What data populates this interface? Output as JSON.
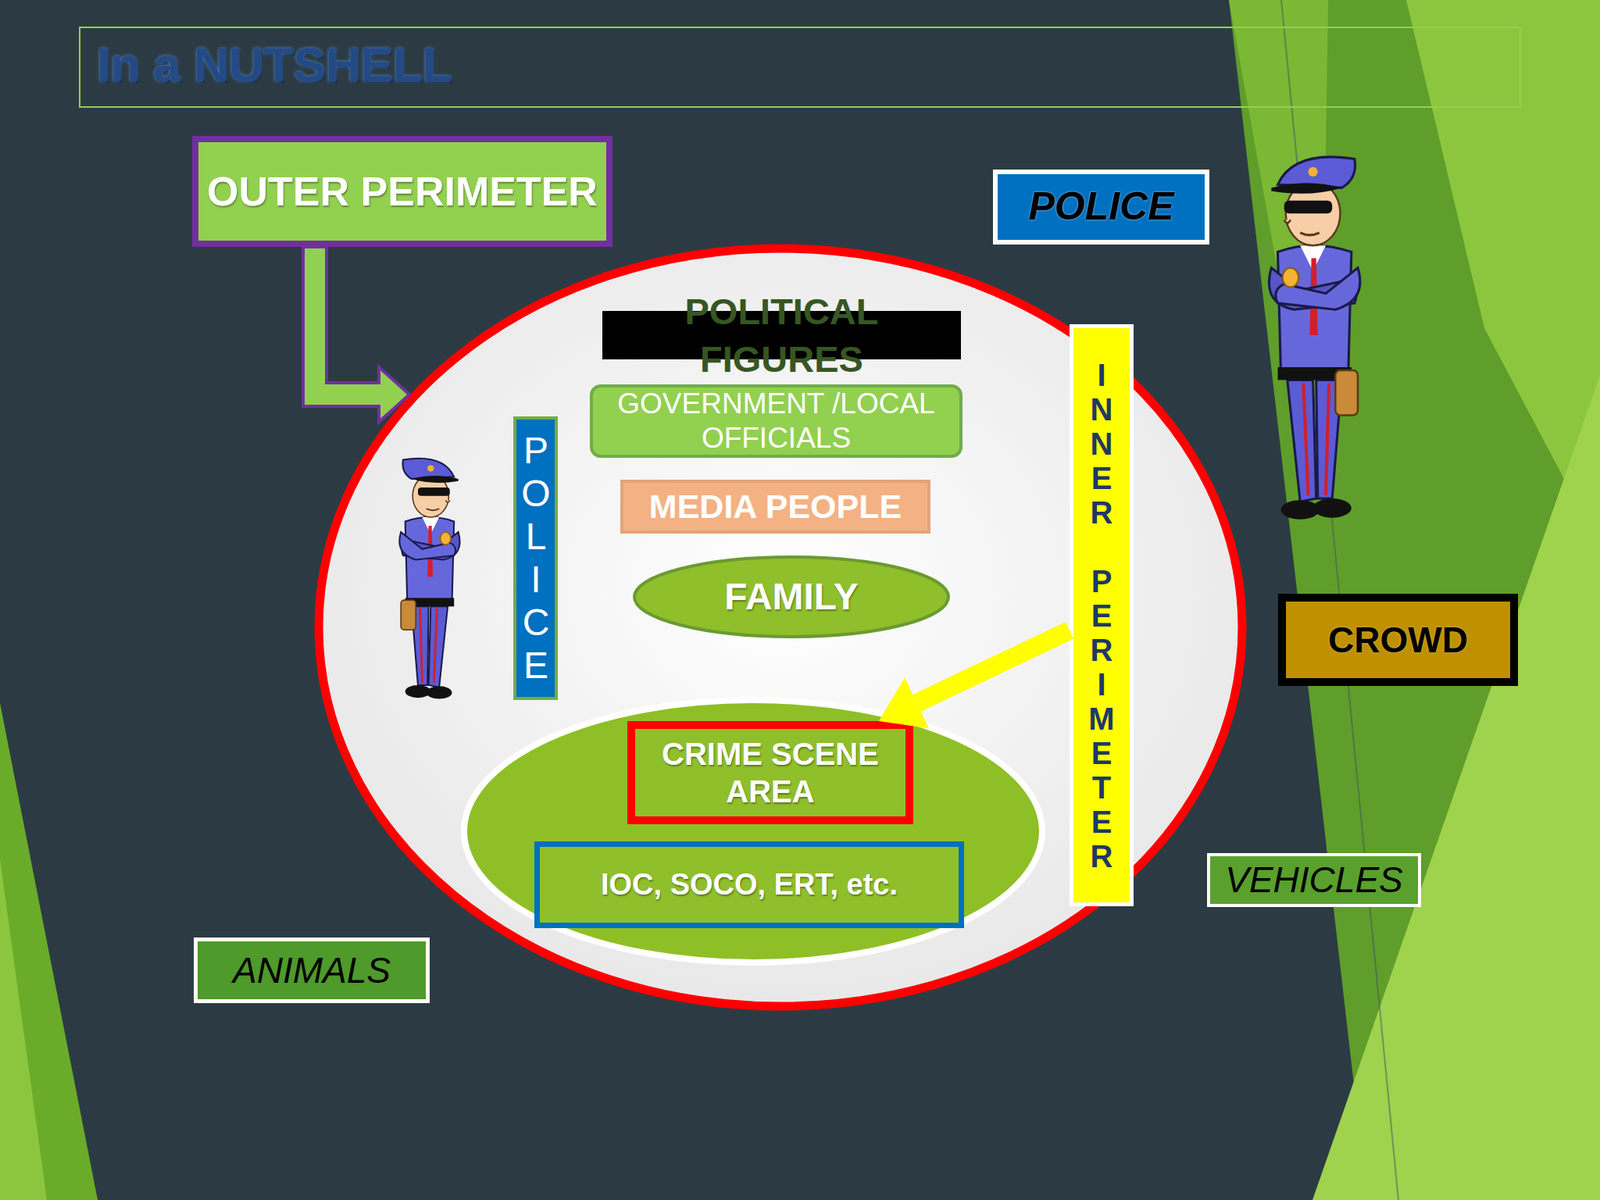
{
  "diagram": {
    "title": "In a NUTSHELL",
    "nodes": [
      {
        "text": [
          "OUTER PERIMETER"
        ]
      },
      {
        "text": [
          "POLICE"
        ]
      },
      {
        "text": [
          "POLITICAL FIGURES"
        ]
      },
      {
        "text": [
          "INNER PERIMETER"
        ]
      },
      {
        "text": [
          "GOVERNMENT /LOCAL OFFICIALS"
        ]
      },
      {
        "text": [
          "POLICE"
        ]
      },
      {
        "text": [
          "MEDIA PEOPLE"
        ]
      },
      {
        "text": [
          "FAMILY"
        ]
      },
      {
        "text": [
          "CROWD"
        ]
      },
      {
        "text": [
          "CRIME SCENE AREA"
        ]
      },
      {
        "text": [
          "VEHICLES"
        ]
      },
      {
        "text": [
          "IOC, SOCO, ERT, etc."
        ]
      },
      {
        "text": [
          "ANIMALS"
        ]
      }
    ],
    "edges": [
      {
        "from": 3,
        "to": 9,
        "arrow": "to"
      }
    ]
  }
}
